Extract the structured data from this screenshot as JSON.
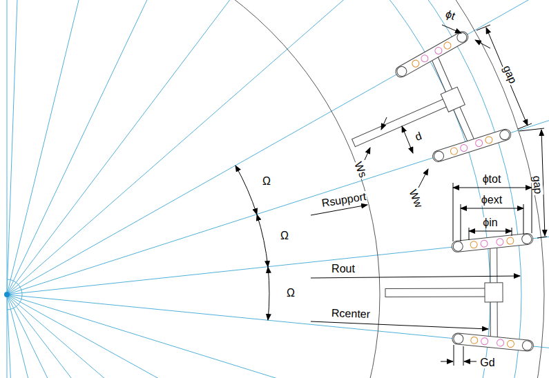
{
  "diagram": {
    "labels": [
      "ϕt",
      "gap",
      "d",
      "Ws",
      "gap",
      "Ww",
      "ϕtot",
      "ϕext",
      "ϕin",
      "Ω",
      "Rsupport",
      "Ω",
      "Rout",
      "Ω",
      "Rcenter",
      "Gd"
    ]
  }
}
